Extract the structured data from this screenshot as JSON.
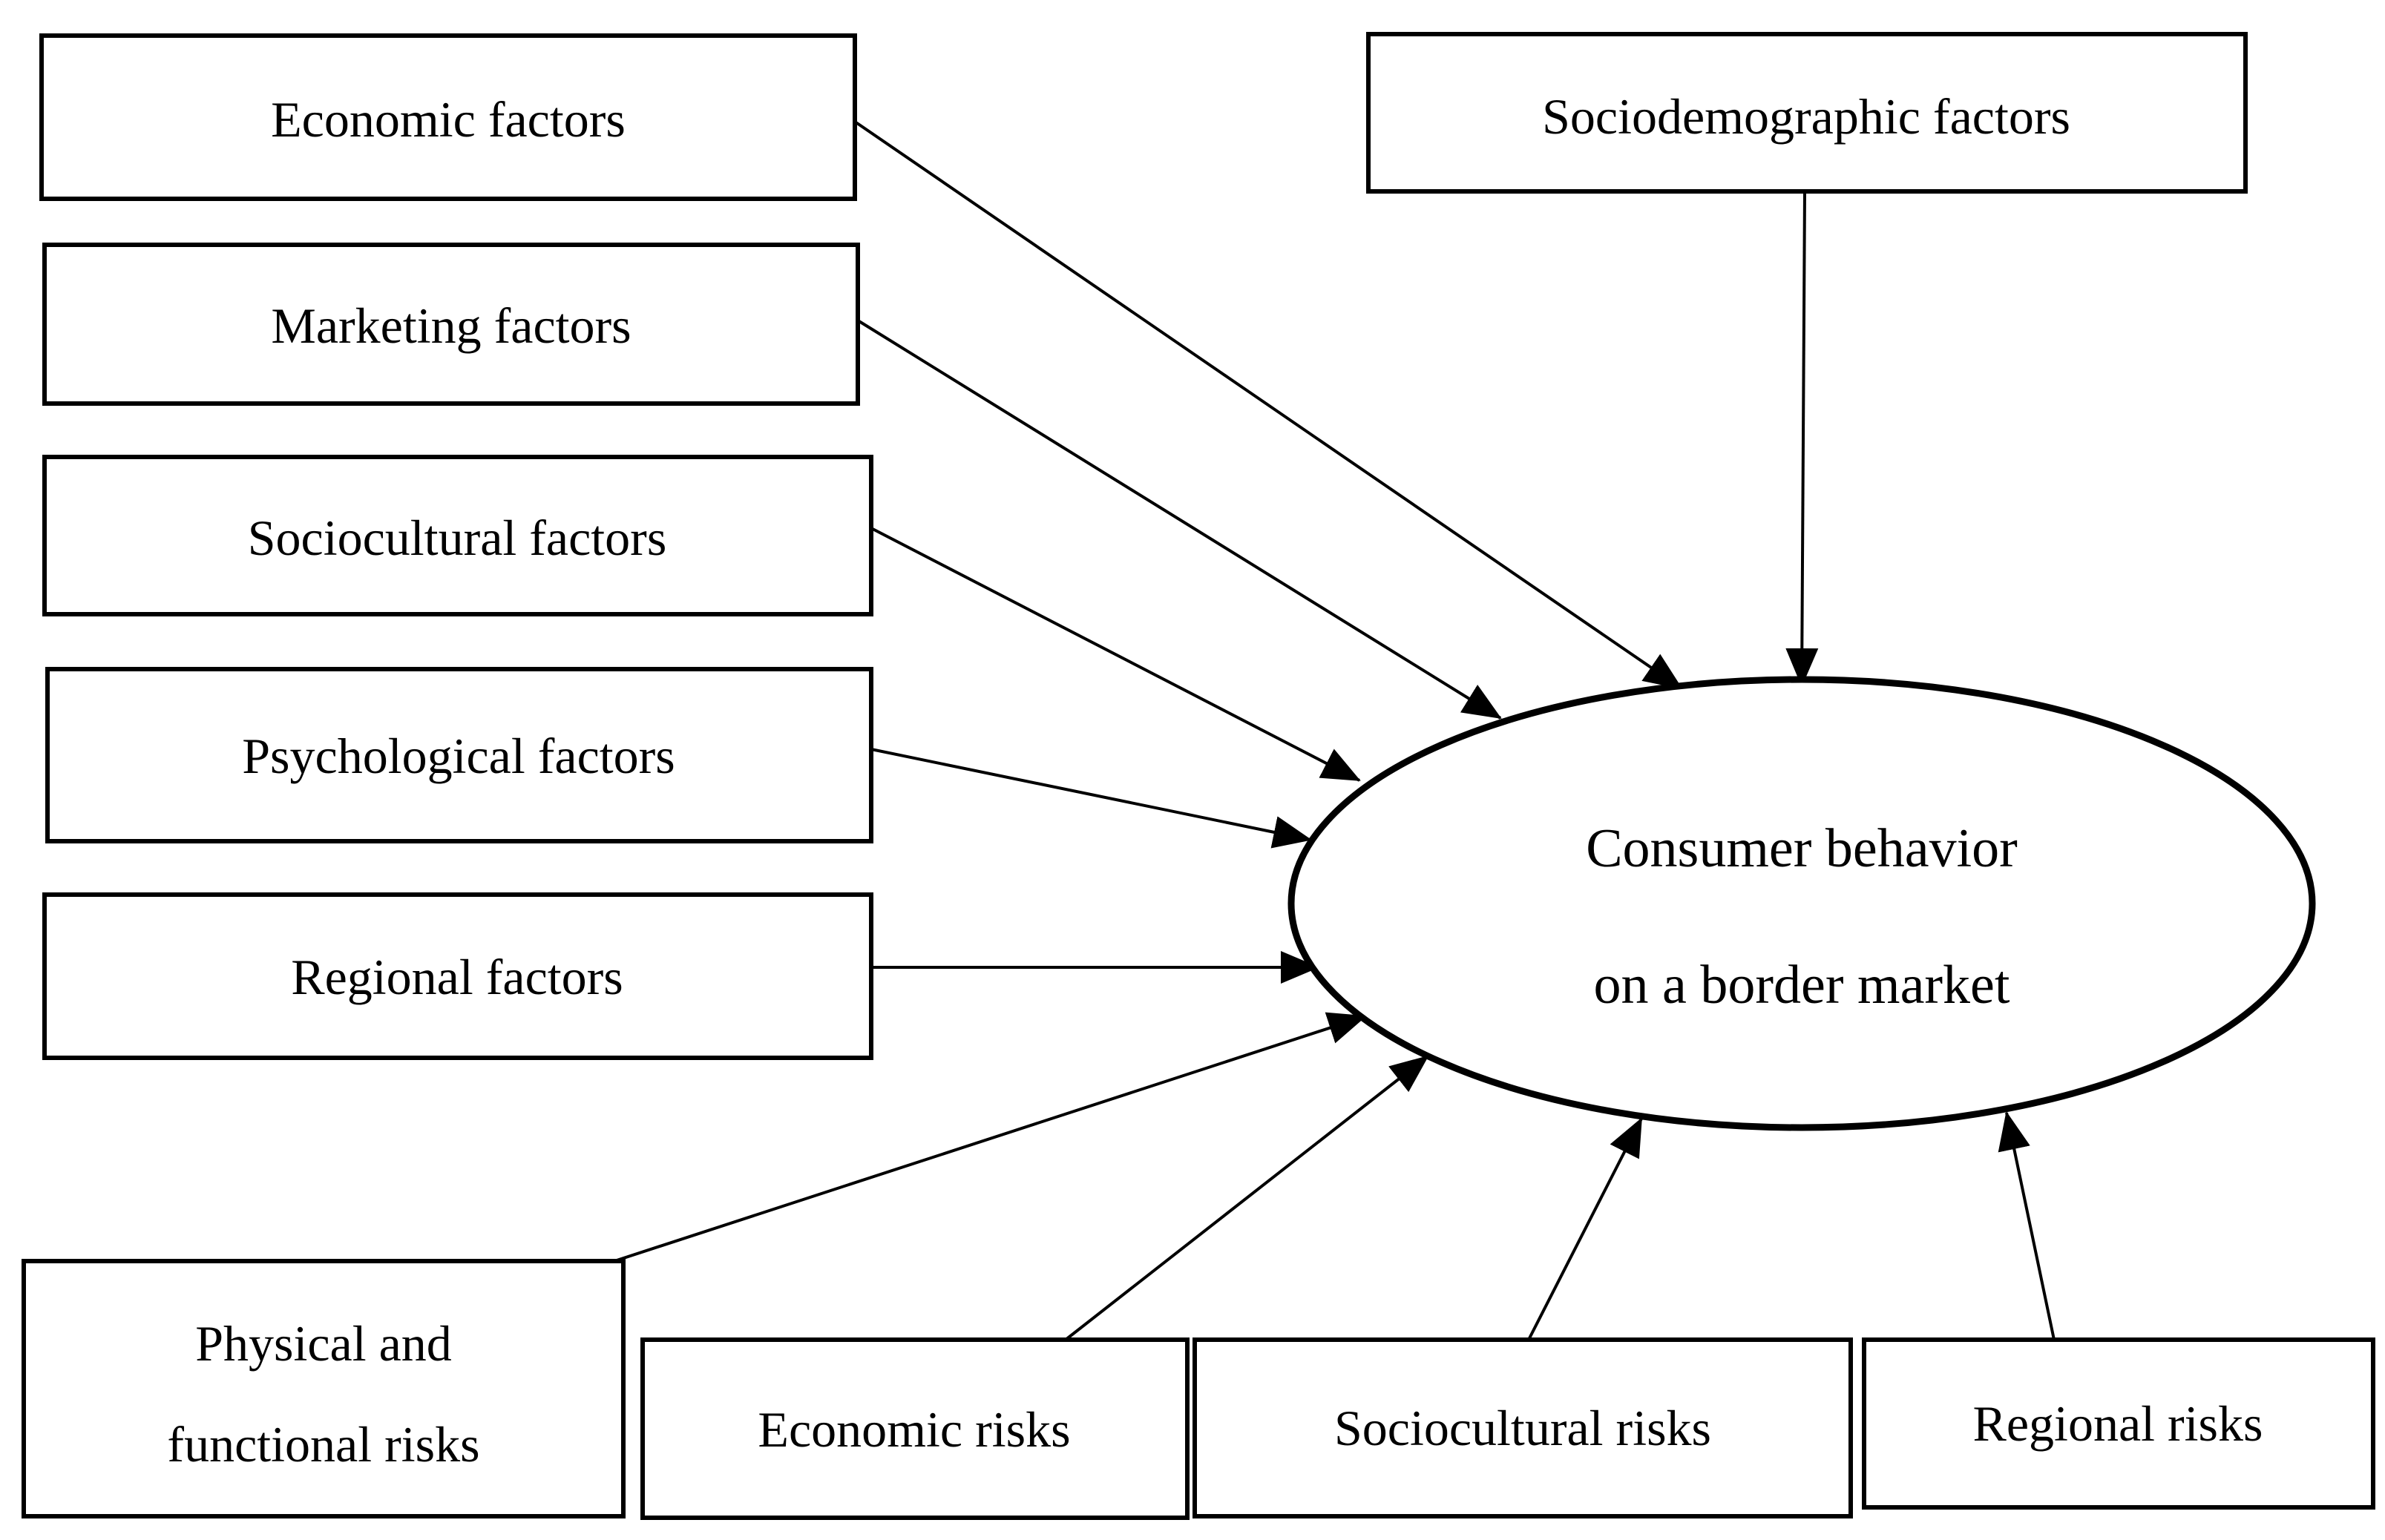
{
  "colors": {
    "stroke": "#000000",
    "background": "#ffffff"
  },
  "center_node": {
    "line1": "Consumer behavior",
    "line2": "on a border market"
  },
  "factor_nodes": [
    {
      "label": "Economic factors"
    },
    {
      "label": "Marketing factors"
    },
    {
      "label": "Sociocultural factors"
    },
    {
      "label": "Psychological factors"
    },
    {
      "label": "Regional factors"
    },
    {
      "label": "Sociodemographic factors"
    }
  ],
  "risk_nodes": [
    {
      "line1": "Physical and",
      "line2": "functional risks"
    },
    {
      "label": "Economic risks"
    },
    {
      "label": "Sociocultural risks"
    },
    {
      "label": "Regional risks"
    }
  ]
}
